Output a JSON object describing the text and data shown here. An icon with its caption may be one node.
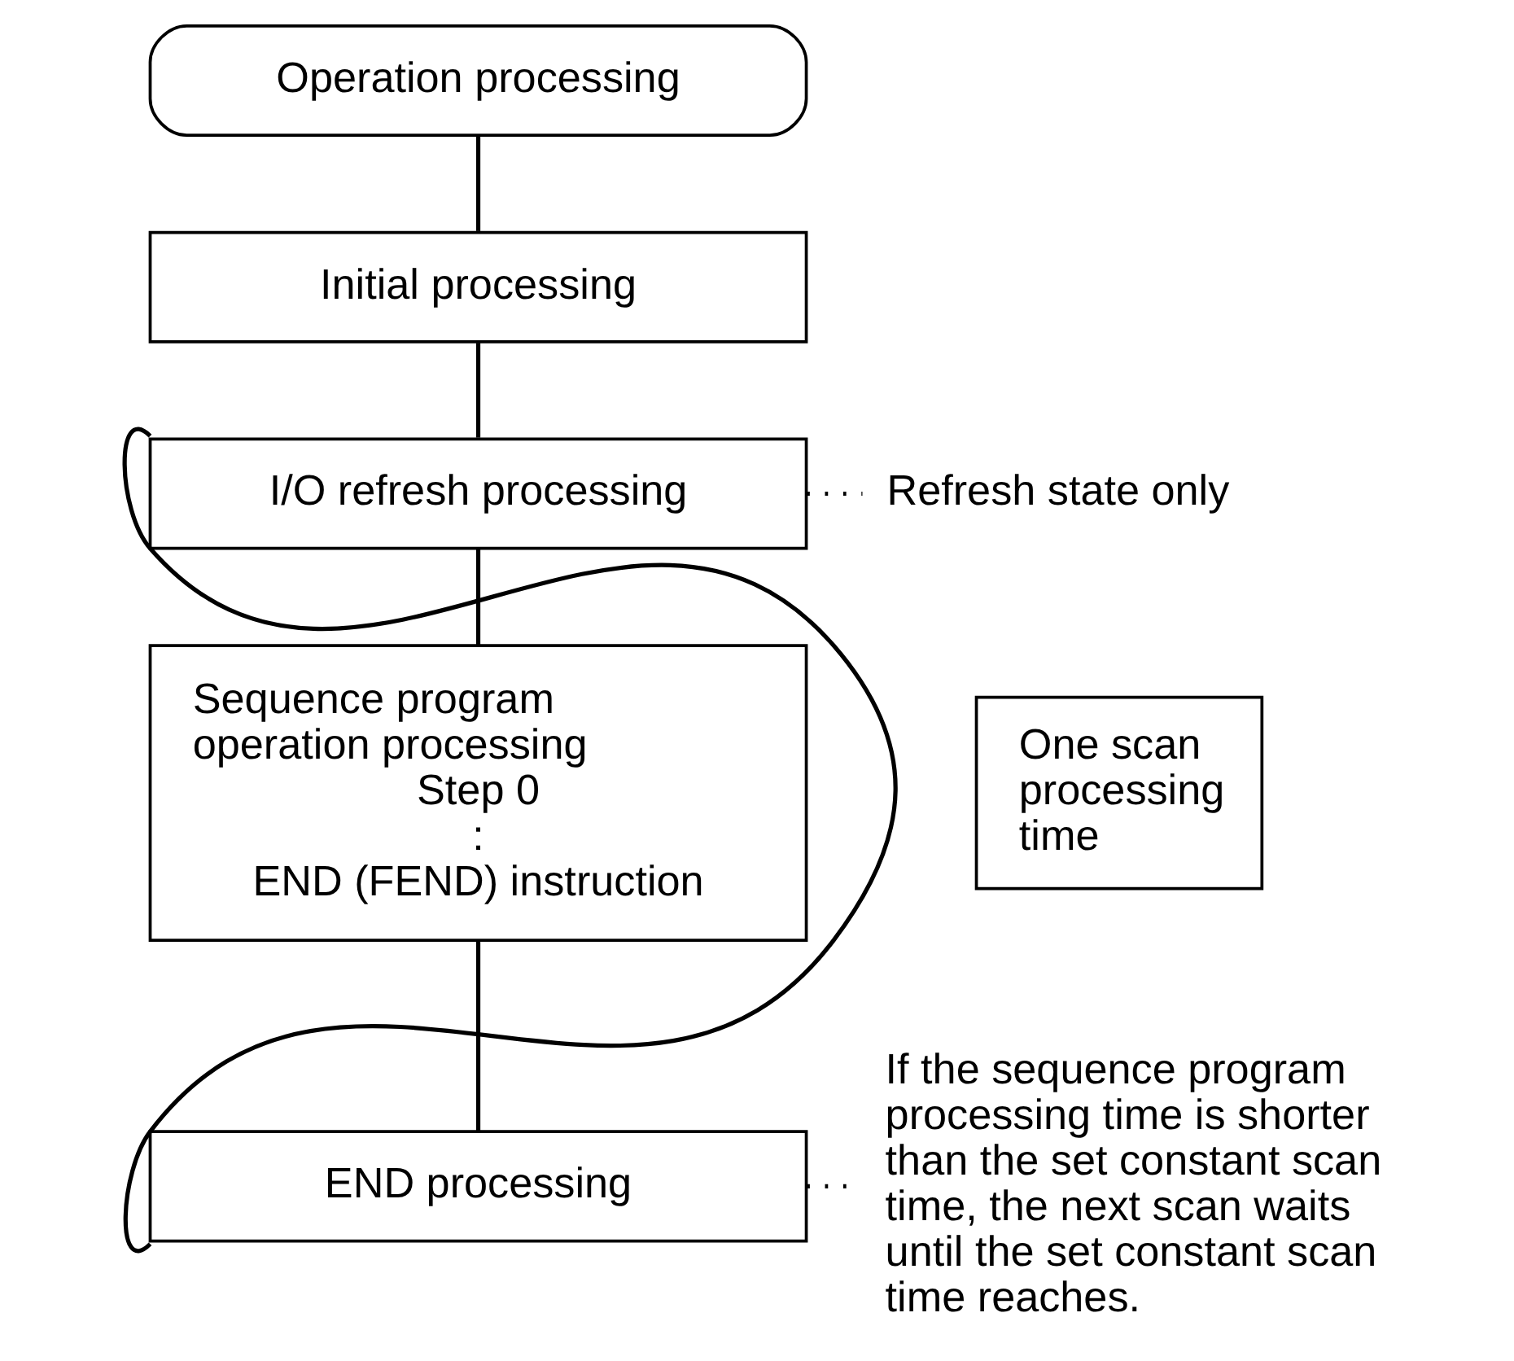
{
  "diagram": {
    "nodes": [
      {
        "text": [
          "Operation processing"
        ]
      },
      {
        "text": [
          "Initial processing"
        ]
      },
      {
        "text": [
          "I/O refresh processing"
        ],
        "beside": [
          "Refresh state only"
        ]
      },
      {
        "text": [
          "Sequence program operation processing",
          "Step 0",
          ":",
          "END (FEND) instruction"
        ]
      },
      {
        "text": [
          "END processing"
        ],
        "beside": [
          "If the sequence program processing time is shorter than the set constant scan time, the next scan waits until the set constant scan time reaches."
        ]
      },
      {
        "text": [
          "One scan processing time"
        ]
      }
    ],
    "edges": [
      {
        "from": 0,
        "to": 1,
        "arrow": "none"
      },
      {
        "from": 1,
        "to": 2,
        "arrow": "none"
      },
      {
        "from": 2,
        "to": 3,
        "arrow": "none"
      },
      {
        "from": 3,
        "to": 4,
        "arrow": "none"
      },
      {
        "from": 4,
        "to": 2,
        "arrow": "none"
      }
    ]
  }
}
